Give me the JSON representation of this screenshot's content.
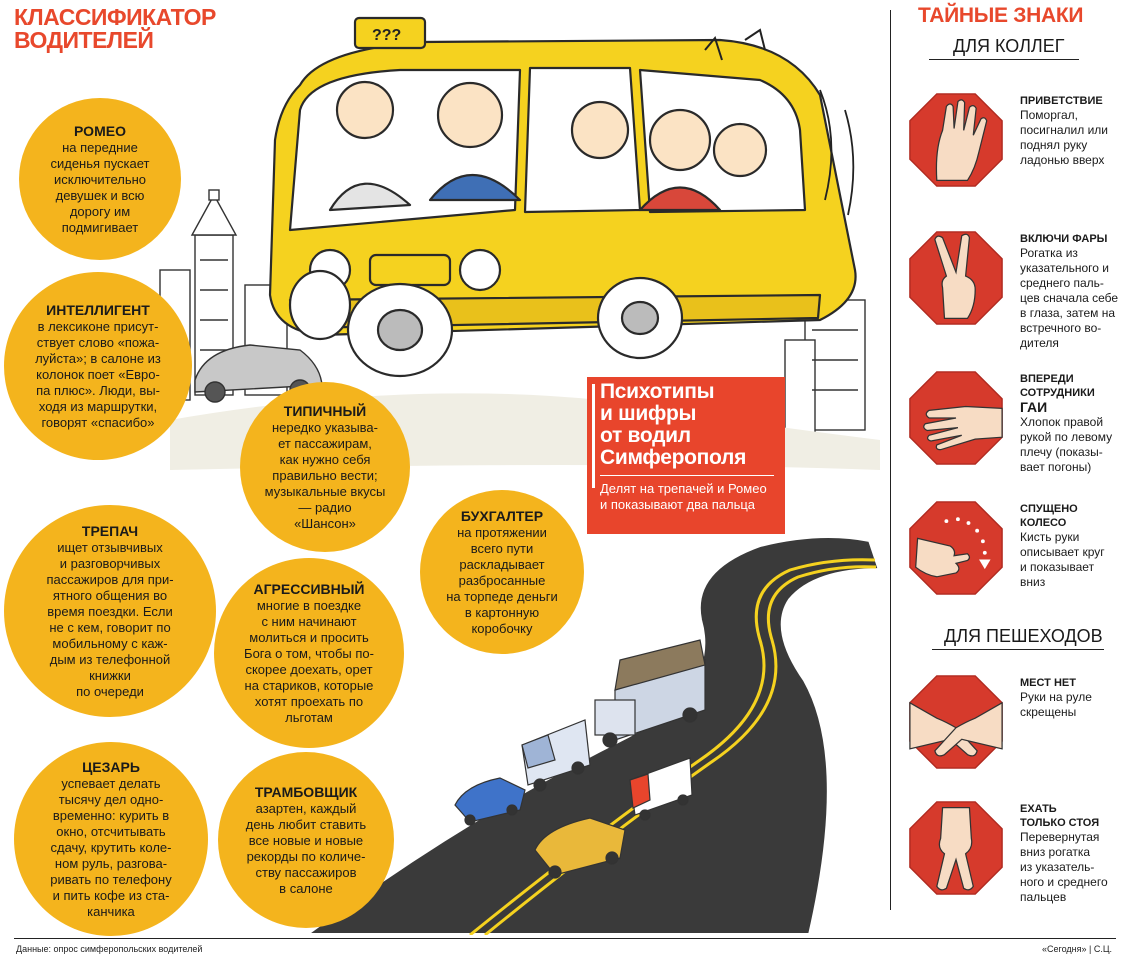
{
  "main_title": "КЛАССИФИКАТОР\nВОДИТЕЛЕЙ",
  "colors": {
    "accent": "#e8482c",
    "circle": "#f4b41d",
    "sign": "#d63a2c",
    "bus": "#f5d21f",
    "road": "#3a3a3a"
  },
  "bus_plate": "???",
  "circles": [
    {
      "title": "РОМЕО",
      "text": "на передние\nсиденья пускает\nисключительно\nдевушек и всю\nдорогу им\nподмигивает"
    },
    {
      "title": "ИНТЕЛЛИГЕНТ",
      "text": "в лексиконе присут-\nствует слово «пожа-\nлуйста»; в салоне из\nколонок поет «Евро-\nпа плюс». Люди, вы-\nходя из маршрутки,\nговорят «спасибо»"
    },
    {
      "title": "ТИПИЧНЫЙ",
      "text": "нередко указыва-\nет пассажирам,\nкак нужно себя\nправильно вести;\nмузыкальные вкусы\n— радио\n«Шансон»"
    },
    {
      "title": "БУХГАЛТЕР",
      "text": "на протяжении\nвсего пути\nраскладывает\nразбросанные\nна торпеде деньги\nв картонную\nкоробочку"
    },
    {
      "title": "ТРЕПАЧ",
      "text": "ищет отзывчивых\nи разговорчивых\nпассажиров для при-\nятного общения во\nвремя поездки. Если\nне с кем, говорит по\nмобильному с каж-\nдым из телефонной\nкнижки\nпо очереди"
    },
    {
      "title": "АГРЕССИВНЫЙ",
      "text": "многие в поездке\nс ним начинают\nмолиться и просить\nБога о том, чтобы по-\nскорее доехать, орет\nна стариков, которые\nхотят проехать по\nльготам"
    },
    {
      "title": "ЦЕЗАРЬ",
      "text": "успевает делать\nтысячу дел одно-\nвременно: курить в\nокно, отсчитывать\nсдачу, крутить коле-\nном руль, разгова-\nривать по телефону\nи пить кофе из ста-\nканчика"
    },
    {
      "title": "ТРАМБОВЩИК",
      "text": "азартен, каждый\nдень любит ставить\nвсе новые и новые\nрекорды по количе-\nству пассажиров\nв салоне"
    }
  ],
  "headline": {
    "title": "Психотипы\nи шифры\nот водил\nСимферополя",
    "subtitle": "Делят на трепачей и Ромео и показывают два пальца"
  },
  "right": {
    "title": "ТАЙНЫЕ ЗНАКИ",
    "colleagues_head": "ДЛЯ КОЛЛЕГ",
    "pedestrians_head": "ДЛЯ ПЕШЕХОДОВ",
    "signs": [
      {
        "title": "ПРИВЕТСТВИЕ",
        "big": "",
        "text": "Поморгал,\nпосигналил или\nподнял руку\nладонью вверх",
        "icon": "open-palm-icon"
      },
      {
        "title": "ВКЛЮЧИ ФАРЫ",
        "big": "",
        "text": "Рогатка из\nуказательного и\nсреднего паль-\nцев сначала себе\nв глаза, затем на\nвстречного во-\nдителя",
        "icon": "v-sign-icon"
      },
      {
        "title": "ВПЕРЕДИ\nСОТРУДНИКИ",
        "big": "ГАИ",
        "text": "Хлопок правой\nрукой по левому\nплечу (показы-\nвает погоны)",
        "icon": "flat-hand-icon"
      },
      {
        "title": "СПУЩЕНО\nКОЛЕСО",
        "big": "",
        "text": "Кисть руки\nописывает круг\nи показывает\nвниз",
        "icon": "circle-hand-icon"
      },
      {
        "title": "МЕСТ НЕТ",
        "big": "",
        "text": "Руки на руле\nскрещены",
        "icon": "crossed-hands-icon"
      },
      {
        "title": "ЕХАТЬ\nТОЛЬКО СТОЯ",
        "big": "",
        "text": "Перевернутая\nвниз рогатка\nиз указатель-\nного и среднего\nпальцев",
        "icon": "inverted-v-icon"
      }
    ]
  },
  "footer": {
    "source": "Данные: опрос симферопольских водителей",
    "credit": "«Сегодня» | С.Ц."
  }
}
